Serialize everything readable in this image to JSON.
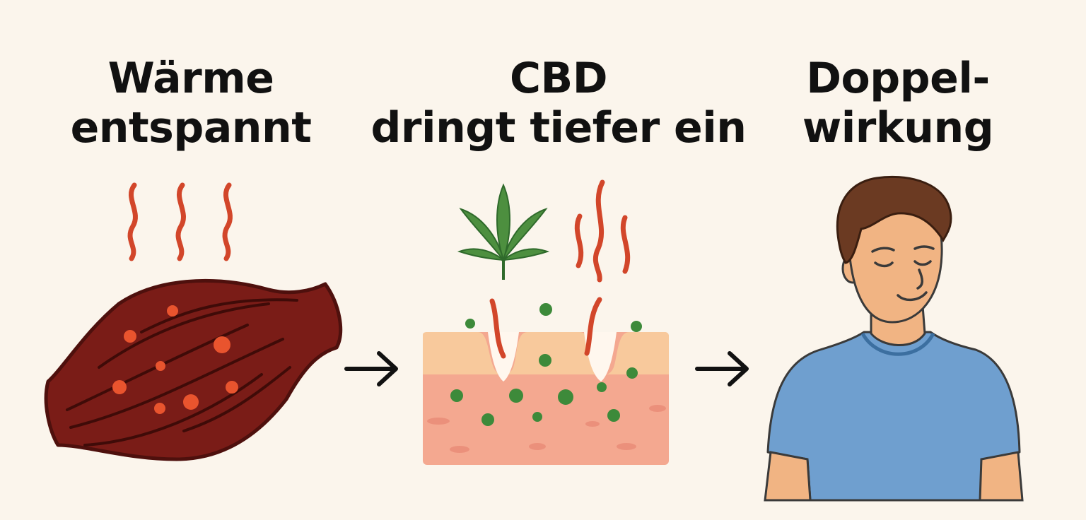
{
  "panels": [
    {
      "line1": "Wärme",
      "line2": "entspannt",
      "icon": "muscle-heat-icon"
    },
    {
      "line1": "CBD",
      "line2": "dringt tiefer ein",
      "icon": "skin-cbd-icon"
    },
    {
      "line1": "Doppel-",
      "line2": "wirkung",
      "icon": "relaxed-person-icon"
    }
  ],
  "arrows": [
    "arrow-right-icon",
    "arrow-right-icon"
  ],
  "colors": {
    "background": "#fbf5ec",
    "muscle": "#7a1c17",
    "heat": "#d2462a",
    "cbd_green": "#3d8a3a",
    "skin_top": "#f7c79a",
    "skin_bottom": "#f3a48c",
    "shirt": "#6f9fcf"
  }
}
